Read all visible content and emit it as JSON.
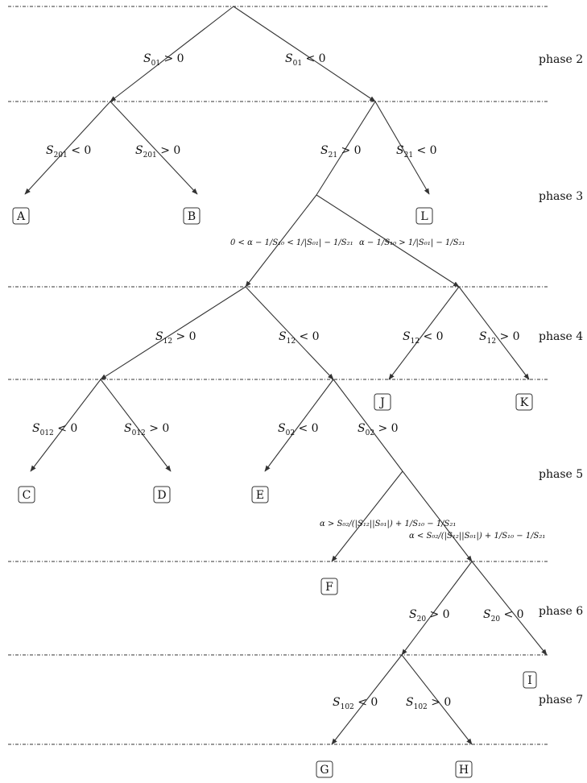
{
  "phases": [
    "phase 2",
    "phase 3",
    "phase 4",
    "phase 5",
    "phase 6",
    "phase 7"
  ],
  "edges": {
    "s01_pos": {
      "sym": "S",
      "sub": "01",
      "rel": " > 0"
    },
    "s01_neg": {
      "sym": "S",
      "sub": "01",
      "rel": " < 0"
    },
    "s201_neg": {
      "sym": "S",
      "sub": "201",
      "rel": " < 0"
    },
    "s201_pos": {
      "sym": "S",
      "sub": "201",
      "rel": " > 0"
    },
    "s21_pos": {
      "sym": "S",
      "sub": "21",
      "rel": " > 0"
    },
    "s21_neg": {
      "sym": "S",
      "sub": "21",
      "rel": " < 0"
    },
    "s12_pos_left": {
      "sym": "S",
      "sub": "12",
      "rel": " > 0"
    },
    "s12_neg_left": {
      "sym": "S",
      "sub": "12",
      "rel": " < 0"
    },
    "s12_neg_right": {
      "sym": "S",
      "sub": "12",
      "rel": " < 0"
    },
    "s12_pos_right": {
      "sym": "S",
      "sub": "12",
      "rel": " > 0"
    },
    "s012_neg": {
      "sym": "S",
      "sub": "012",
      "rel": " < 0"
    },
    "s012_pos": {
      "sym": "S",
      "sub": "012",
      "rel": " > 0"
    },
    "s02_neg": {
      "sym": "S",
      "sub": "02",
      "rel": " < 0"
    },
    "s02_pos": {
      "sym": "S",
      "sub": "02",
      "rel": " > 0"
    },
    "s20_pos": {
      "sym": "S",
      "sub": "20",
      "rel": " > 0"
    },
    "s20_neg": {
      "sym": "S",
      "sub": "20",
      "rel": " < 0"
    },
    "s102_neg": {
      "sym": "S",
      "sub": "102",
      "rel": " < 0"
    },
    "s102_pos": {
      "sym": "S",
      "sub": "102",
      "rel": " > 0"
    }
  },
  "conditions": {
    "alpha_lower": "0 < α − 1/S₁₀ < 1/|S₀₁| − 1/S₂₁",
    "alpha_upper": "α − 1/S₁₀ > 1/|S₀₁| − 1/S₂₁",
    "alpha_greater": "α > S₀₂/(|S₁₂||S₀₁|) + 1/S₁₀ − 1/S₂₁",
    "alpha_less": "α < S₀₂/(|S₁₂||S₀₁|) + 1/S₁₀ − 1/S₂₁"
  },
  "leaves": {
    "A": "A",
    "B": "B",
    "C": "C",
    "D": "D",
    "E": "E",
    "F": "F",
    "G": "G",
    "H": "H",
    "I": "I",
    "J": "J",
    "K": "K",
    "L": "L"
  }
}
